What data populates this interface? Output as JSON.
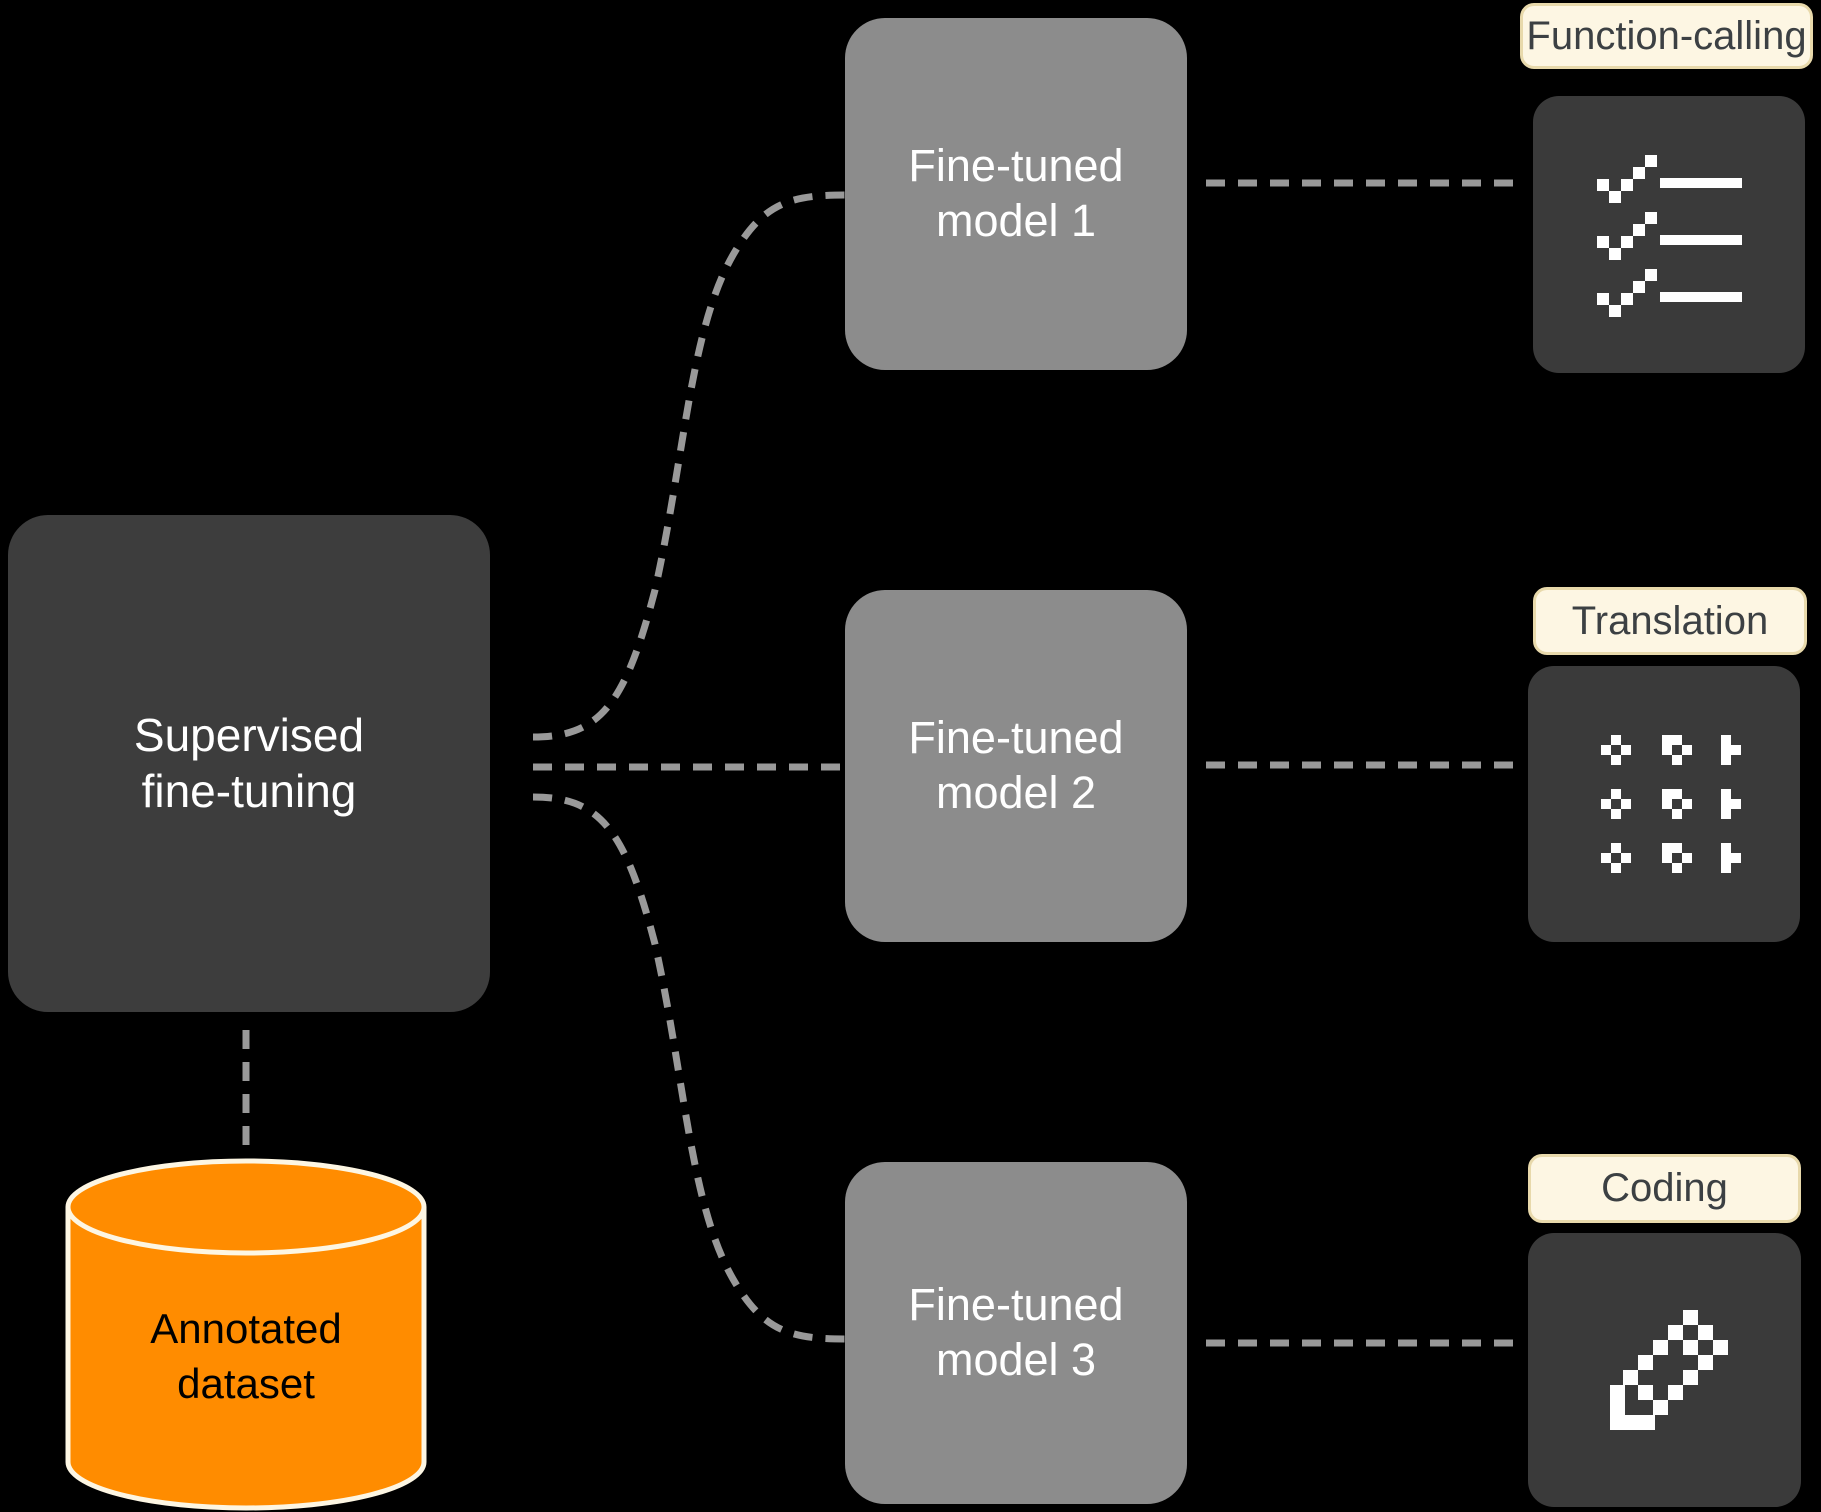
{
  "source": {
    "label": "Supervised fine-tuning"
  },
  "dataset": {
    "label": "Annotated dataset"
  },
  "models": [
    {
      "label": "Fine-tuned model 1"
    },
    {
      "label": "Fine-tuned model 2"
    },
    {
      "label": "Fine-tuned model 3"
    }
  ],
  "tasks": [
    {
      "label": "Function-calling",
      "icon": "checklist-pixel-icon"
    },
    {
      "label": "Translation",
      "icon": "characters-pixel-icon"
    },
    {
      "label": "Coding",
      "icon": "pencil-pixel-icon"
    }
  ],
  "colors": {
    "background": "#000000",
    "source_box": "#3d3d3d",
    "model_box": "#8c8c8c",
    "task_box": "#3a3a3a",
    "connector": "#999999",
    "dataset_fill": "#ff8c00",
    "dataset_stroke": "#fdf6e3",
    "label_bg": "#fdf6e3",
    "label_border": "#e8d9ab",
    "label_text": "#3c4043",
    "box_text": "#ffffff",
    "dataset_text": "#000000",
    "icon_glyph": "#ffffff"
  }
}
